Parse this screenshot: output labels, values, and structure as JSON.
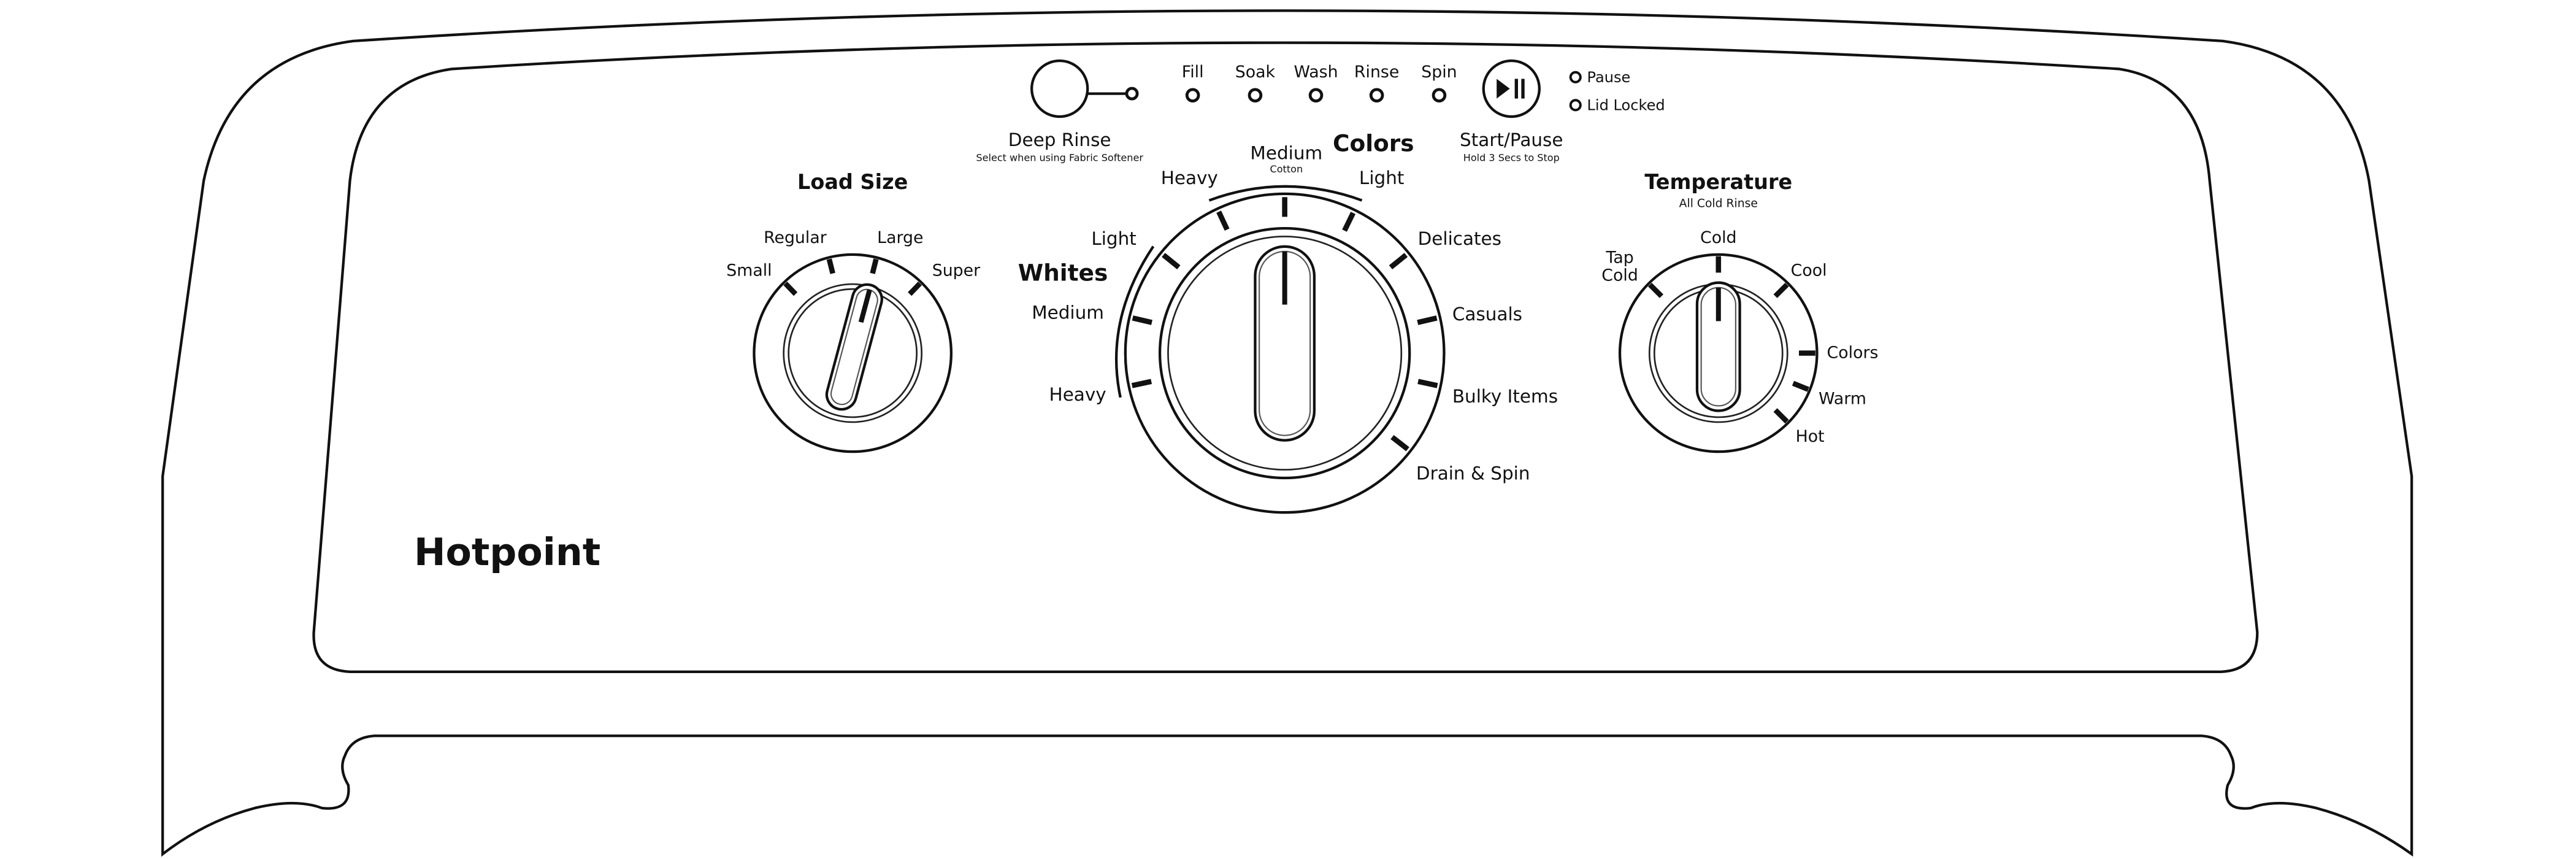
{
  "brand": "Hotpoint",
  "deep_rinse": {
    "label": "Deep Rinse",
    "sub": "Select when using Fabric Softener"
  },
  "start_pause": {
    "label": "Start/Pause",
    "sub": "Hold 3 Secs to Stop",
    "icon": "play-pause-icon"
  },
  "status_lights": [
    "Fill",
    "Soak",
    "Wash",
    "Rinse",
    "Spin"
  ],
  "indicators": [
    "Pause",
    "Lid Locked"
  ],
  "load_size": {
    "title": "Load Size",
    "options": [
      "Small",
      "Regular",
      "Large",
      "Super"
    ],
    "selected": "Large"
  },
  "cycle": {
    "colors": {
      "title": "Colors",
      "heavy": "Heavy",
      "medium": "Medium",
      "medium_sub": "Cotton",
      "light": "Light"
    },
    "whites": {
      "title": "Whites",
      "light": "Light",
      "medium": "Medium",
      "heavy": "Heavy"
    },
    "others": [
      "Delicates",
      "Casuals",
      "Bulky Items",
      "Drain & Spin"
    ],
    "selected": "Colors Medium"
  },
  "temperature": {
    "title": "Temperature",
    "sub": "All Cold Rinse",
    "tap_cold": [
      "Tap",
      "Cold"
    ],
    "options": [
      "Cold",
      "Cool",
      "Colors",
      "Warm",
      "Hot"
    ],
    "selected": "Cold"
  }
}
